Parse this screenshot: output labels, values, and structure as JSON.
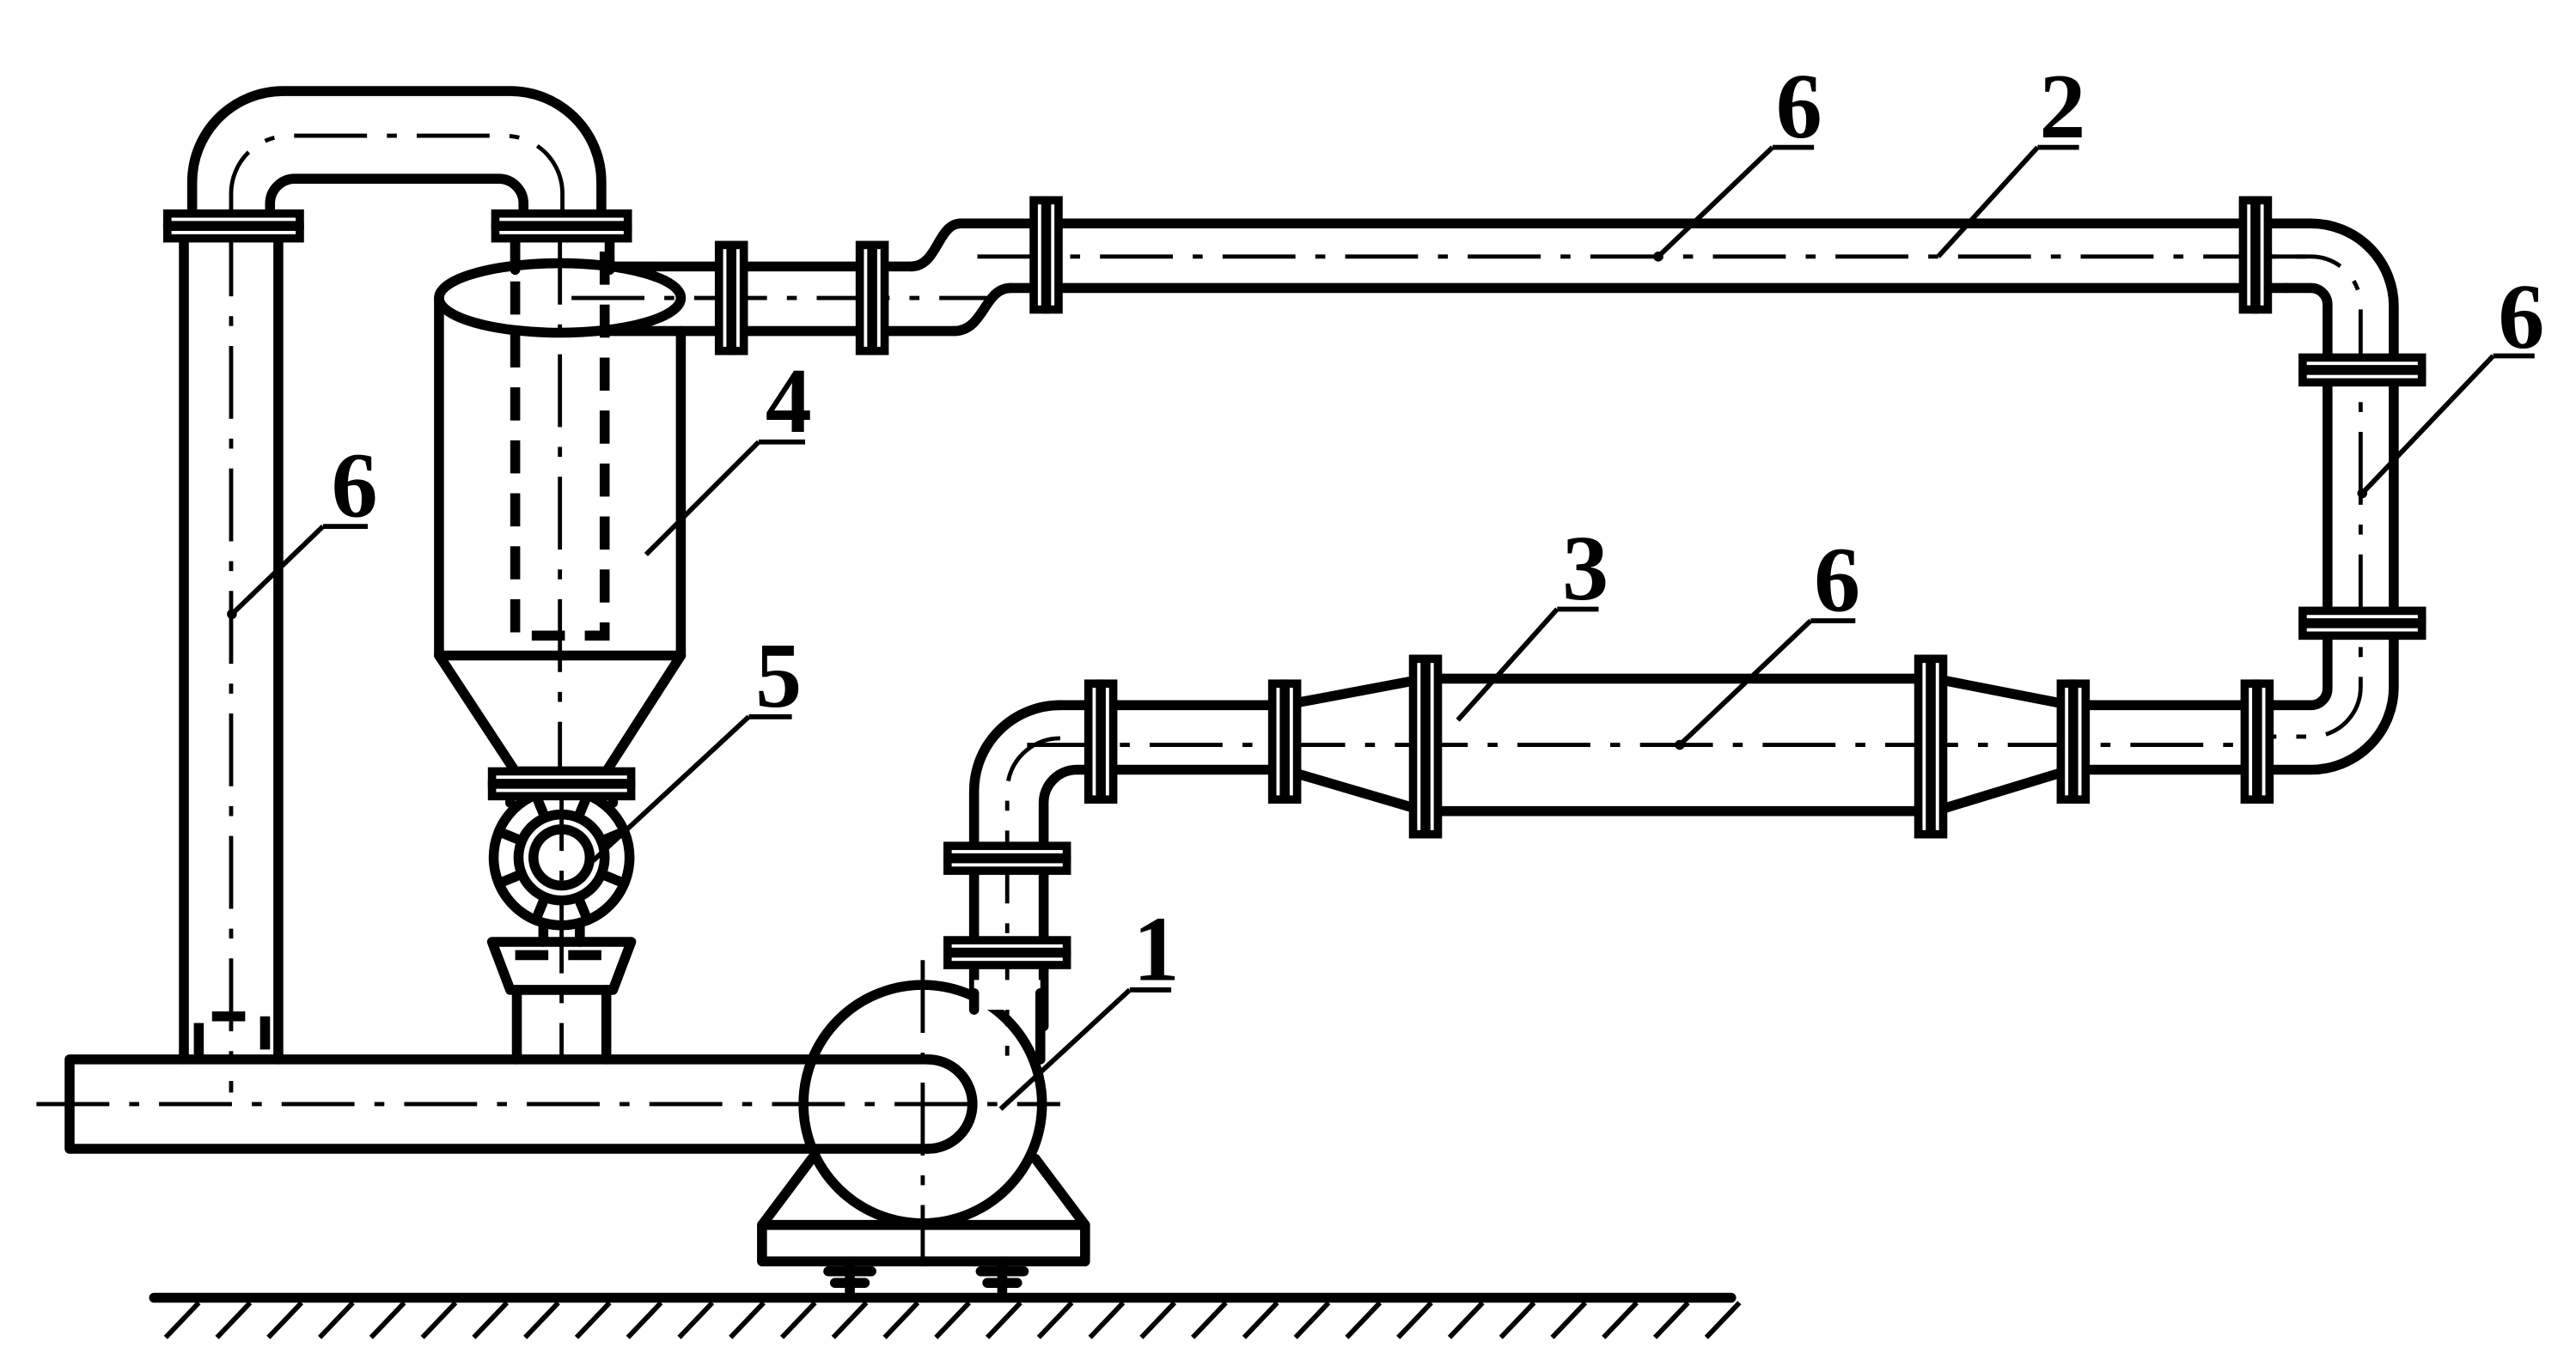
{
  "callouts": [
    {
      "id": "fan",
      "label": "1"
    },
    {
      "id": "top-pipe",
      "label": "2"
    },
    {
      "id": "expander-section",
      "label": "3"
    },
    {
      "id": "cyclone",
      "label": "4"
    },
    {
      "id": "rotary-feeder",
      "label": "5"
    },
    {
      "id": "top-pipe-sensor",
      "label": "6"
    },
    {
      "id": "right-riser-sensor",
      "label": "6"
    },
    {
      "id": "expander-sensor",
      "label": "6"
    },
    {
      "id": "left-riser-sensor",
      "label": "6"
    }
  ]
}
